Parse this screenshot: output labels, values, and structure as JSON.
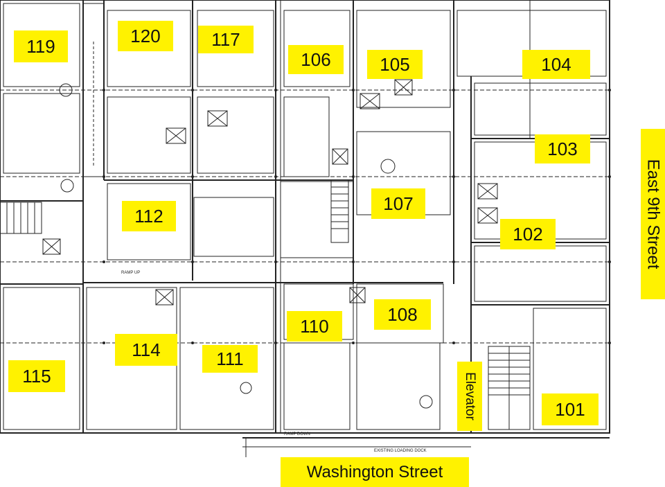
{
  "units": [
    {
      "id": "101",
      "label": "101"
    },
    {
      "id": "102",
      "label": "102"
    },
    {
      "id": "103",
      "label": "103"
    },
    {
      "id": "104",
      "label": "104"
    },
    {
      "id": "105",
      "label": "105"
    },
    {
      "id": "106",
      "label": "106"
    },
    {
      "id": "107",
      "label": "107"
    },
    {
      "id": "108",
      "label": "108"
    },
    {
      "id": "110",
      "label": "110"
    },
    {
      "id": "111",
      "label": "111"
    },
    {
      "id": "112",
      "label": "112"
    },
    {
      "id": "114",
      "label": "114"
    },
    {
      "id": "115",
      "label": "115"
    },
    {
      "id": "117",
      "label": "117"
    },
    {
      "id": "119",
      "label": "119"
    },
    {
      "id": "120",
      "label": "120"
    }
  ],
  "streets": {
    "south": "Washington Street",
    "east": "East 9th Street"
  },
  "elevator": "Elevator",
  "plan_notes": {
    "loading_dock": "EXISTING LOADING DOCK",
    "ramp_down": "RAMP DOWN",
    "ramp_up": "RAMP UP"
  },
  "colors": {
    "highlight": "#FFF200",
    "linework": "#222222"
  }
}
